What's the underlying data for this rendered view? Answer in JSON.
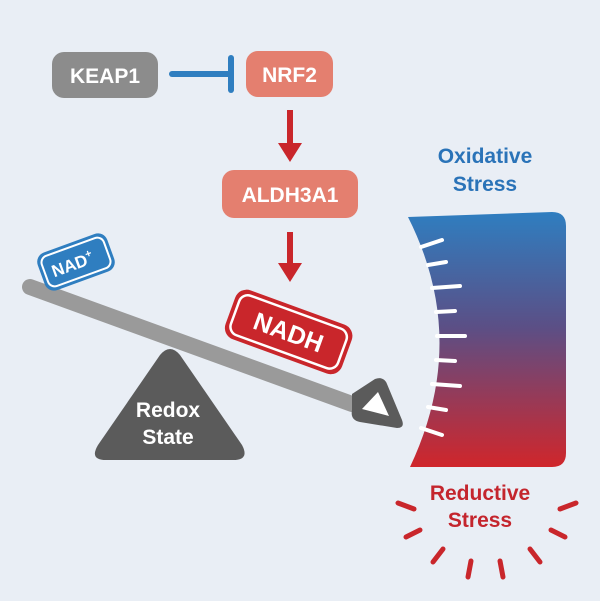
{
  "nodes": {
    "keap1": "KEAP1",
    "nrf2": "NRF2",
    "aldh3a1": "ALDH3A1",
    "nad_base": "NAD",
    "nad_sup": "+",
    "nadh": "NADH",
    "redox_line1": "Redox",
    "redox_line2": "State",
    "oxidative_line1": "Oxidative",
    "oxidative_line2": "Stress",
    "reductive_line1": "Reductive",
    "reductive_line2": "Stress"
  },
  "colors": {
    "background": "#e9eef5",
    "keap1_fill": "#8c8c8c",
    "pathway_fill": "#e47f6f",
    "arrow_red": "#c9262b",
    "inhibit_blue": "#2f7ec0",
    "nad_blue": "#2f7ec0",
    "nadh_red": "#c9262b",
    "seesaw_gray": "#9a9a9a",
    "fulcrum_gray": "#5b5b5b",
    "oxidative_text": "#2a73b8",
    "reductive_text": "#c4252d",
    "gauge_top": "#2f7ec0",
    "gauge_bottom": "#d0262b"
  }
}
